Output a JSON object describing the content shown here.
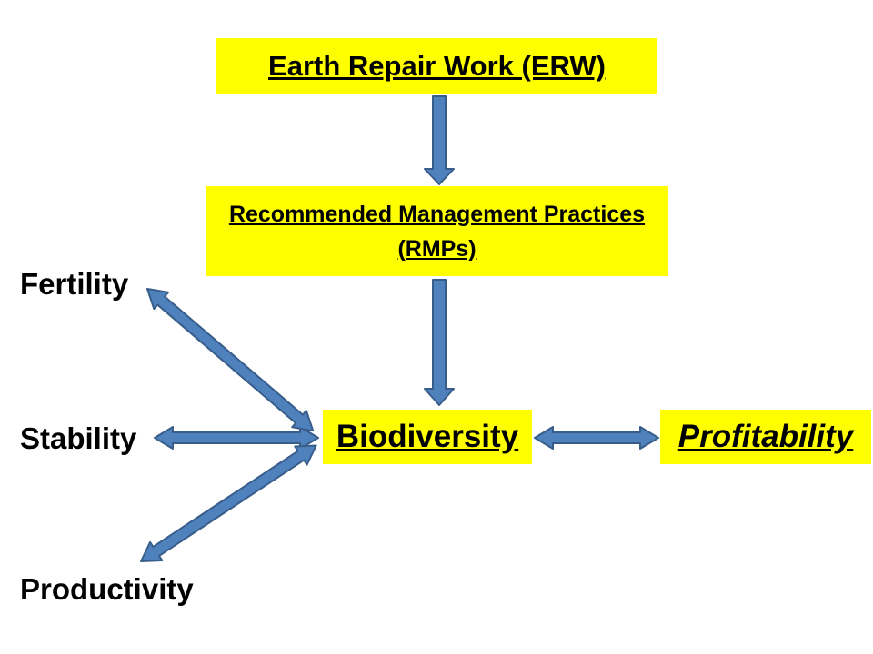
{
  "nodes": {
    "erw": "Earth Repair Work (ERW)",
    "rmp": "Recommended Management Practices (RMPs)",
    "biodiversity": "Biodiversity",
    "profitability": "Profitability",
    "fertility": "Fertility",
    "stability": "Stability",
    "productivity": "Productivity"
  },
  "colors": {
    "box_fill": "#ffff00",
    "arrow_fill": "#4f81bd",
    "arrow_stroke": "#385d8a",
    "text": "#000000"
  }
}
